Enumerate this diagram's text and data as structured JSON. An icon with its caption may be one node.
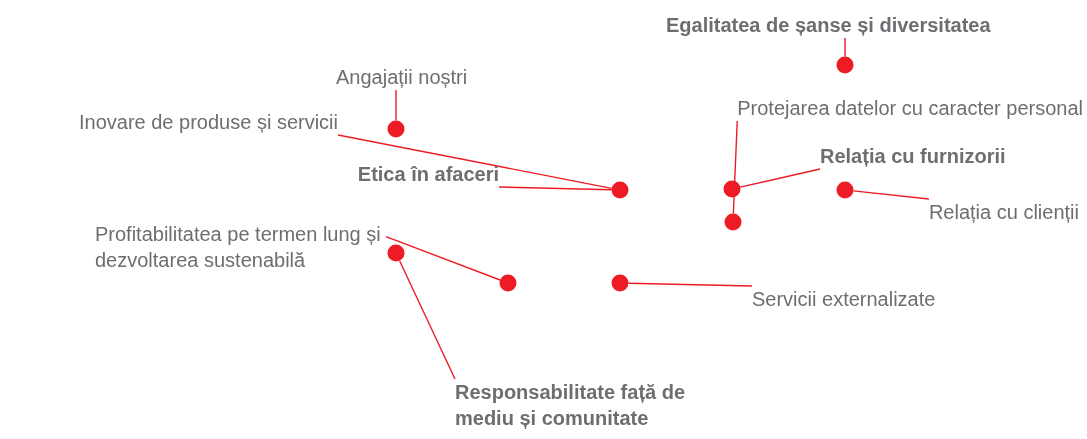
{
  "diagram": {
    "nodes": [
      {
        "text": [
          "Egalitatea de șanse și diversitatea"
        ]
      },
      {
        "text": [
          "Angajații noștri"
        ]
      },
      {
        "text": [
          "Protejarea datelor cu caracter personal"
        ]
      },
      {
        "text": [
          "Inovare de produse și servicii"
        ]
      },
      {
        "text": [
          "Relația cu furnizorii"
        ]
      },
      {
        "text": [
          "Etica în afaceri"
        ]
      },
      {
        "text": [
          "Relația cu clienții"
        ]
      },
      {
        "text": [
          "Profitabilitatea pe termen lung și dezvoltarea sustenabilă"
        ]
      },
      {
        "text": [
          "Servicii externalizate"
        ]
      },
      {
        "text": [
          "Responsabilitate față de mediu și comunitate"
        ]
      },
      {
        "text": [],
        "shape": "circle"
      },
      {
        "text": [],
        "shape": "circle"
      },
      {
        "text": [],
        "shape": "circle"
      },
      {
        "text": [],
        "shape": "circle"
      },
      {
        "text": [],
        "shape": "circle"
      },
      {
        "text": [],
        "shape": "circle"
      },
      {
        "text": [],
        "shape": "circle"
      },
      {
        "text": [],
        "shape": "circle"
      },
      {
        "text": [],
        "shape": "circle"
      }
    ],
    "edges": [
      {
        "from": 0,
        "to": 10,
        "arrow": "none"
      },
      {
        "from": 1,
        "to": 11,
        "arrow": "none"
      },
      {
        "from": 3,
        "to": 12,
        "arrow": "none"
      },
      {
        "from": 5,
        "to": 12,
        "arrow": "none"
      },
      {
        "from": 4,
        "to": 13,
        "arrow": "none"
      },
      {
        "from": 6,
        "to": 14,
        "arrow": "none"
      },
      {
        "from": 2,
        "to": 15,
        "arrow": "none"
      },
      {
        "from": 9,
        "to": 16,
        "arrow": "none"
      },
      {
        "from": 7,
        "to": 17,
        "arrow": "none"
      },
      {
        "from": 8,
        "to": 18,
        "arrow": "none"
      }
    ]
  }
}
